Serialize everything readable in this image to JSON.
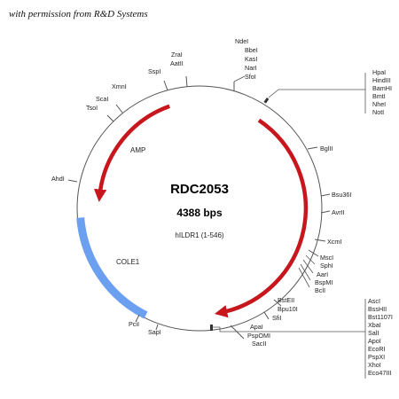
{
  "permission_note": "with permission from R&D Systems",
  "plasmid": {
    "name": "RDC2053",
    "size": "4388 bps",
    "insert": "hILDR1 (1-546)"
  },
  "features": [
    {
      "name": "AMP",
      "kind": "arrow",
      "color": "#c8161d"
    },
    {
      "name": "hILDR1 (1-546)",
      "kind": "arrow",
      "color": "#c8161d"
    },
    {
      "name": "COLE1",
      "kind": "band",
      "color": "#6b9ff0"
    }
  ],
  "sites": {
    "ndel": "NdeI",
    "bbel": "BbeI",
    "kasl": "KasI",
    "narl": "NarI",
    "sfol": "SfoI",
    "zral": "ZraI",
    "aatll": "AatII",
    "sspl": "SspI",
    "xmnl": "XmnI",
    "scal": "ScaI",
    "tsol": "TsoI",
    "ahdl": "AhdI",
    "pcil": "PciI",
    "sapl": "SapI",
    "bglll": "BglII",
    "bsu36l": "Bsu36I",
    "avrll": "AvrII",
    "xcml": "XcmI",
    "mscl": "MscI",
    "sphl": "SphI",
    "aarl": "AarI",
    "bspml": "BspMI",
    "bcll": "BclI",
    "bstell": "BstEII",
    "bpu10l": "Bpu10I",
    "sfil": "SfiI",
    "apal": "ApaI",
    "pspoml": "PspOMI",
    "sacll": "SacII"
  },
  "mcs_top": [
    "HpaI",
    "HindIII",
    "BamHI",
    "BmtI",
    "NheI",
    "NotI"
  ],
  "mcs_bottom": [
    "AscI",
    "BssHII",
    "Bst1107I",
    "XbaI",
    "SalI",
    "ApoI",
    "EcoRI",
    "PspXI",
    "XhoI",
    "Eco47III"
  ]
}
